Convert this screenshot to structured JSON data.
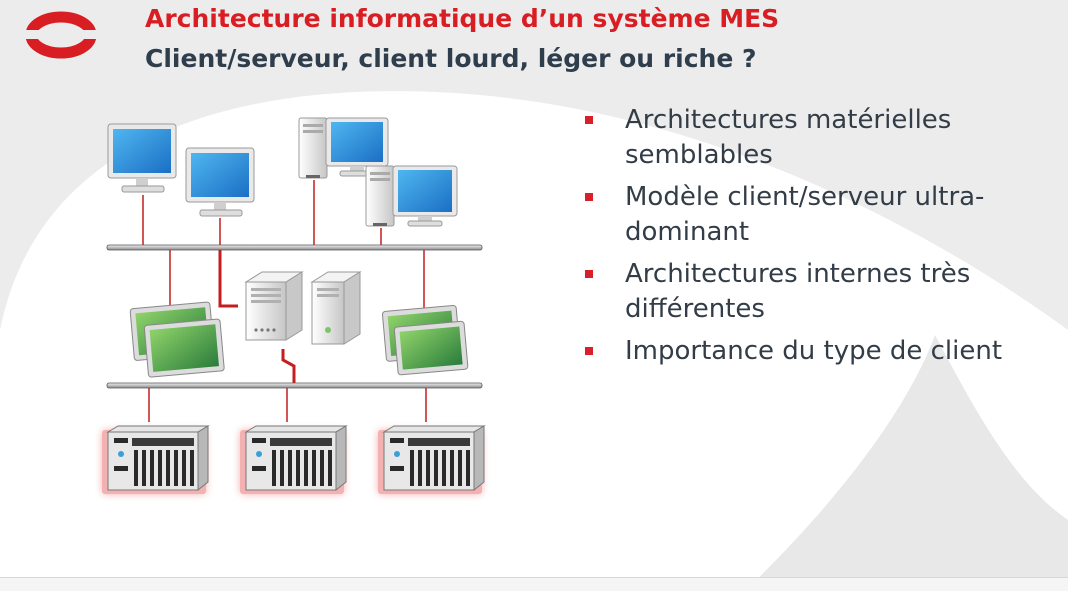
{
  "slide": {
    "title": "Architecture informatique d’un système MES",
    "subtitle": "Client/serveur, client lourd, léger ou riche ?"
  },
  "bullets": [
    {
      "text": "Architectures matérielles semblables"
    },
    {
      "text": "Modèle client/serveur ultra-dominant"
    },
    {
      "text": "Architectures internes très différentes"
    },
    {
      "text": "Importance du type de client"
    }
  ],
  "colors": {
    "title": "#d81e22",
    "subtitle": "#2f3e4c",
    "bullet_marker": "#d8202a",
    "link": "#c41e1e",
    "controller_glow": "#e01010"
  },
  "icons": {
    "logo": "red-ring-logo-icon",
    "workstation": "desktop-monitor-icon",
    "tower_workstation": "tower-workstation-icon",
    "client_pair": "tablet-screens-icon",
    "server": "server-rack-icon",
    "controller": "plc-controller-icon"
  }
}
